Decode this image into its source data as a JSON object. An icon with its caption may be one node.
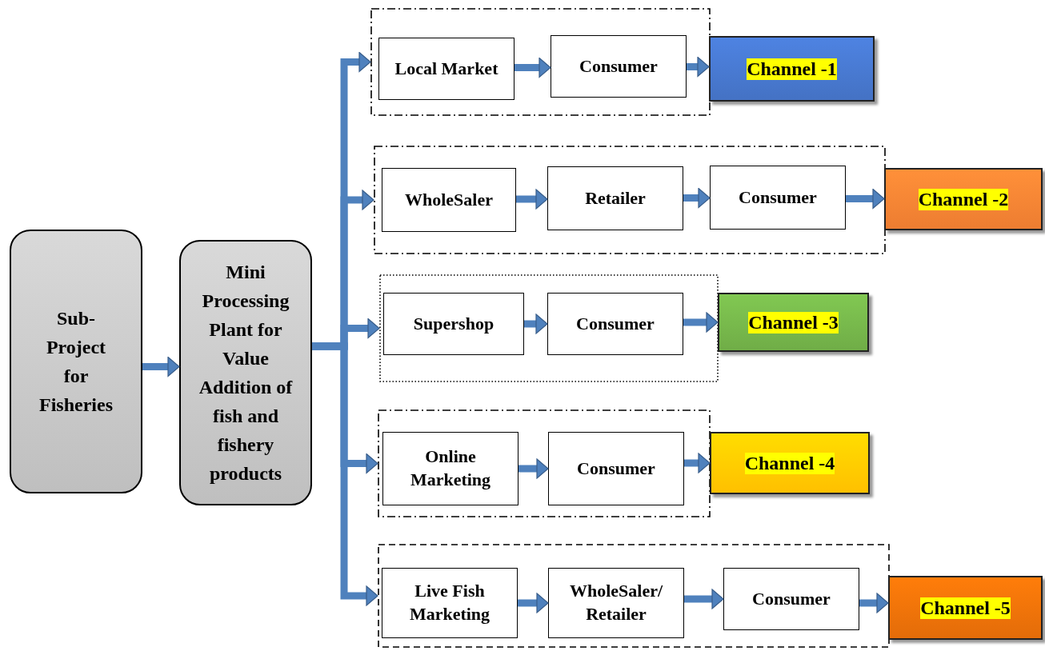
{
  "diagram": {
    "nodes": [
      {
        "text": [
          "Sub-Project for Fisheries"
        ]
      },
      {
        "text": [
          "Mini Processing Plant for Value Addition of fish and fishery products"
        ]
      },
      {
        "text": [],
        "shape": "box"
      },
      {
        "text": [
          "Local Market"
        ],
        "in": 2
      },
      {
        "text": [
          "Consumer"
        ],
        "in": 2
      },
      {
        "text": [
          "Channel -1"
        ]
      },
      {
        "text": [],
        "shape": "box"
      },
      {
        "text": [
          "WholeSaler"
        ],
        "in": 6
      },
      {
        "text": [
          "Retailer"
        ],
        "in": 6
      },
      {
        "text": [
          "Consumer"
        ],
        "in": 6
      },
      {
        "text": [
          "Channel -2"
        ]
      },
      {
        "text": [],
        "shape": "box"
      },
      {
        "text": [
          "Supershop"
        ],
        "in": 11
      },
      {
        "text": [
          "Consumer"
        ],
        "in": 11
      },
      {
        "text": [
          "Channel -3"
        ]
      },
      {
        "text": [],
        "shape": "box"
      },
      {
        "text": [
          "Online Marketing"
        ],
        "in": 15
      },
      {
        "text": [
          "Consumer"
        ],
        "in": 15
      },
      {
        "text": [
          "Channel -4"
        ]
      },
      {
        "text": [],
        "shape": "box"
      },
      {
        "text": [
          "Live Fish Marketing"
        ],
        "in": 19
      },
      {
        "text": [
          "WholeSaler/ Retailer"
        ],
        "in": 19
      },
      {
        "text": [
          "Consumer"
        ],
        "in": 19
      },
      {
        "text": [
          "Channel -5"
        ]
      }
    ],
    "edges": [
      {
        "from": 0,
        "to": 1,
        "arrow": "to"
      },
      {
        "from": 1,
        "to": 2,
        "arrow": "to"
      },
      {
        "from": 1,
        "to": 6,
        "arrow": "to"
      },
      {
        "from": 1,
        "to": 11,
        "arrow": "to"
      },
      {
        "from": 1,
        "to": 15,
        "arrow": "to"
      },
      {
        "from": 1,
        "to": 19,
        "arrow": "to"
      },
      {
        "from": 3,
        "to": 4,
        "arrow": "to"
      },
      {
        "from": 4,
        "to": 5,
        "arrow": "to"
      },
      {
        "from": 7,
        "to": 8,
        "arrow": "to"
      },
      {
        "from": 8,
        "to": 9,
        "arrow": "to"
      },
      {
        "from": 9,
        "to": 10,
        "arrow": "to"
      },
      {
        "from": 12,
        "to": 13,
        "arrow": "to"
      },
      {
        "from": 13,
        "to": 14,
        "arrow": "to"
      },
      {
        "from": 16,
        "to": 17,
        "arrow": "to"
      },
      {
        "from": 17,
        "to": 18,
        "arrow": "to"
      },
      {
        "from": 20,
        "to": 21,
        "arrow": "to"
      },
      {
        "from": 21,
        "to": 22,
        "arrow": "to"
      },
      {
        "from": 22,
        "to": 23,
        "arrow": "to"
      }
    ]
  }
}
